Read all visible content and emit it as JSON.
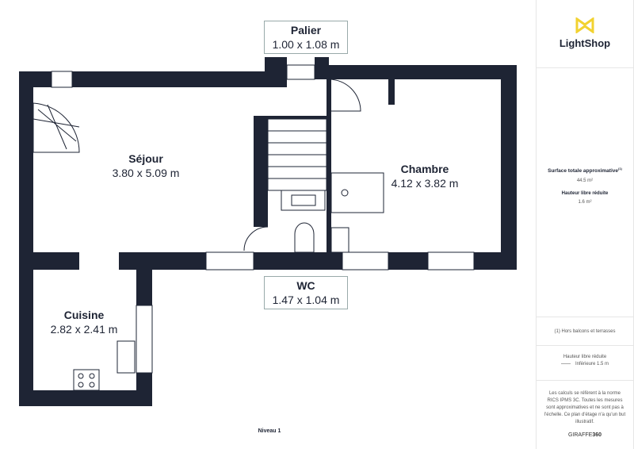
{
  "rooms": [
    {
      "name": "Séjour",
      "dims": "3.80 x 5.09 m"
    },
    {
      "name": "Chambre",
      "dims": "4.12 x 3.82 m"
    },
    {
      "name": "Cuisine",
      "dims": "2.82 x 2.41 m"
    },
    {
      "name": "Palier",
      "dims": "1.00 x 1.08 m"
    },
    {
      "name": "WC",
      "dims": "1.47 x 1.04 m"
    }
  ],
  "level": "Niveau 1",
  "colors": {
    "wall": "#1e2434",
    "logo": "#f2d230"
  },
  "sidebar": {
    "brand": "LightShop",
    "surface_label": "Surface totale approximative",
    "surface_note": "(1)",
    "surface_value": "44.5 m²",
    "height_label": "Hauteur libre réduite",
    "height_value": "1.6 m²",
    "footnote": "(1) Hors balcons et terrasses",
    "legend_title": "Hauteur libre réduite",
    "legend_item": "Inférieure 1.5 m",
    "disclaimer": "Les calculs se réfèrent à la norme RICS IPMS 3C. Toutes les mesures sont approximatives et ne sont pas à l'échelle. Ce plan d'étage n'a qu'un but illustratif.",
    "credit_a": "GIRAFFE",
    "credit_b": "360"
  }
}
